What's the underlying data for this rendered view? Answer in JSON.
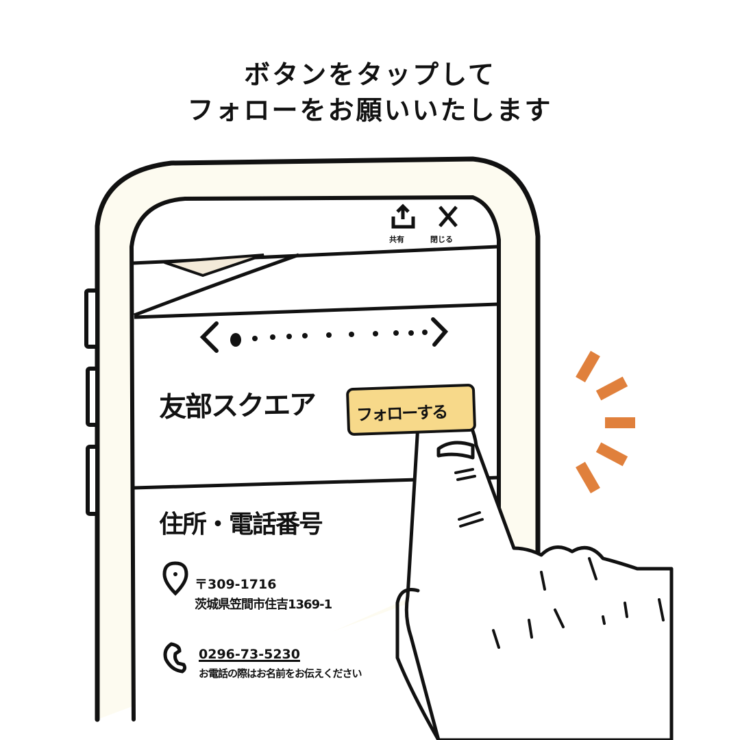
{
  "caption": {
    "line1": "ボタンをタップして",
    "line2": "フォローをお願いいたします"
  },
  "phone_screen": {
    "top_bar": {
      "share_label": "共有",
      "close_label": "閉じる",
      "icons": [
        "share-icon",
        "close-icon"
      ]
    },
    "carousel": {
      "prev_icon": "chevron-left-icon",
      "next_icon": "chevron-right-icon",
      "dot_count": 11,
      "active_index": 0
    },
    "profile": {
      "name": "友部スクエア",
      "follow_button_label": "フォローする",
      "follow_button_color": "#f7d98a"
    },
    "contact_section": {
      "title": "住所・電話番号",
      "postal_code": "〒309-1716",
      "address": "茨城県笠間市住吉1369-1",
      "phone": "0296-73-5230",
      "phone_note": "お電話の際はお名前をお伝えください"
    }
  },
  "colors": {
    "line": "#111111",
    "accent_burst": "#e0803c",
    "phone_body": "#fdfbf0",
    "button": "#f7d98a"
  }
}
